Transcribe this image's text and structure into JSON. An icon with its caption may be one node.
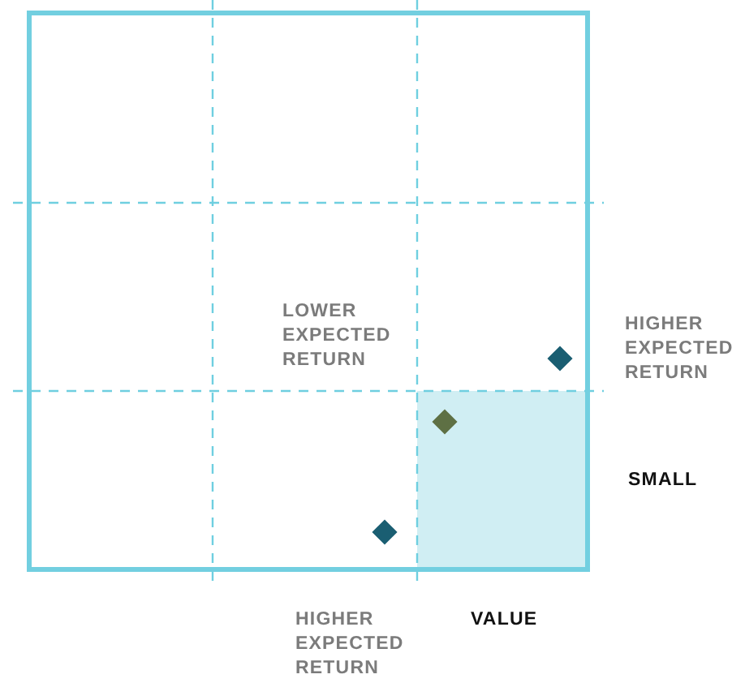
{
  "diagram": {
    "labels": [
      "LOWER EXPECTED RETURN",
      "HIGHER EXPECTED RETURN",
      "SMALL",
      "HIGHER EXPECTED RETURN",
      "VALUE"
    ]
  }
}
